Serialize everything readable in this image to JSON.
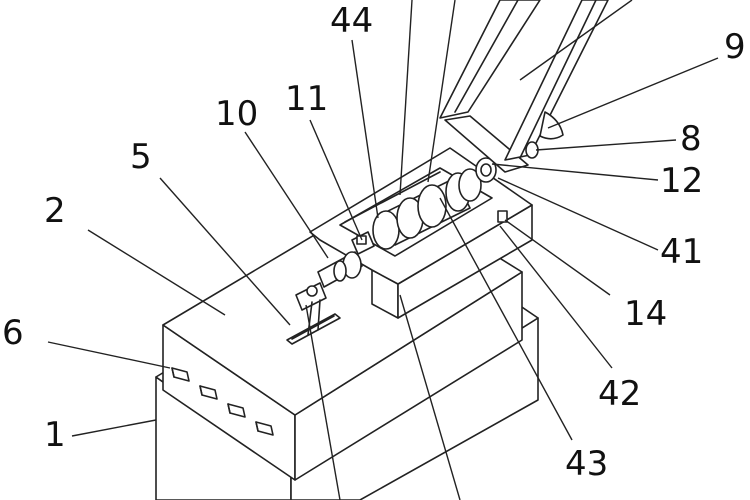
{
  "labels": {
    "l44": "44",
    "l9": "9",
    "l10": "10",
    "l11": "11",
    "l8": "8",
    "l5": "5",
    "l12": "12",
    "l2": "2",
    "l41": "41",
    "l14": "14",
    "l6": "6",
    "l42": "42",
    "l1": "1",
    "l43": "43"
  }
}
